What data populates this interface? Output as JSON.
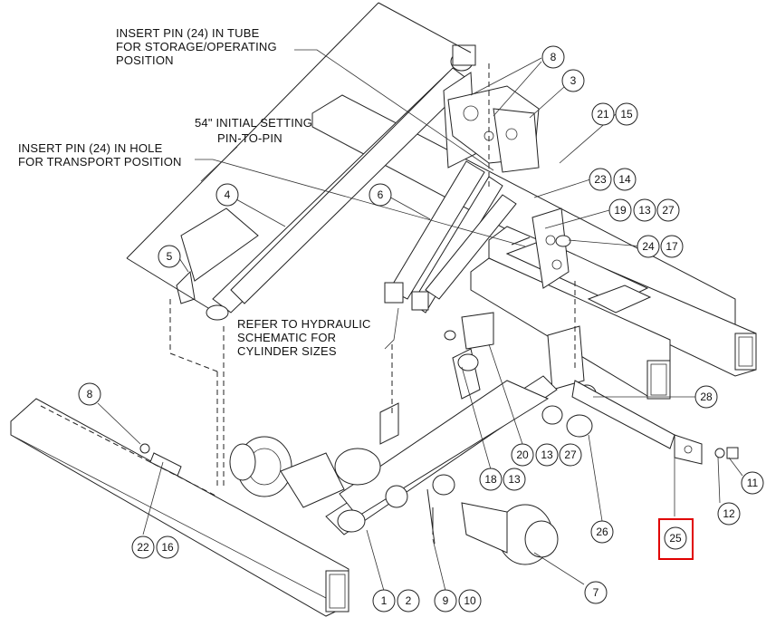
{
  "diagram": {
    "notes": {
      "pin_tube": [
        "INSERT PIN (24) IN TUBE",
        "FOR STORAGE/OPERATING",
        "POSITION"
      ],
      "initial_setting": [
        "54\" INITIAL SETTING",
        "PIN-TO-PIN"
      ],
      "pin_hole": [
        "INSERT PIN (24) IN HOLE",
        "FOR TRANSPORT POSITION"
      ],
      "hydraulic": [
        "REFER TO HYDRAULIC",
        "SCHEMATIC FOR",
        "CYLINDER SIZES"
      ]
    },
    "callouts": [
      {
        "id": "c8a",
        "label": "8"
      },
      {
        "id": "c3",
        "label": "3"
      },
      {
        "id": "c21",
        "label": "21"
      },
      {
        "id": "c15",
        "label": "15"
      },
      {
        "id": "c23",
        "label": "23"
      },
      {
        "id": "c14",
        "label": "14"
      },
      {
        "id": "c19",
        "label": "19"
      },
      {
        "id": "c13a",
        "label": "13"
      },
      {
        "id": "c27a",
        "label": "27"
      },
      {
        "id": "c24",
        "label": "24"
      },
      {
        "id": "c17",
        "label": "17"
      },
      {
        "id": "c4",
        "label": "4"
      },
      {
        "id": "c6",
        "label": "6"
      },
      {
        "id": "c5",
        "label": "5"
      },
      {
        "id": "c28",
        "label": "28"
      },
      {
        "id": "c20",
        "label": "20"
      },
      {
        "id": "c13b",
        "label": "13"
      },
      {
        "id": "c27b",
        "label": "27"
      },
      {
        "id": "c18",
        "label": "18"
      },
      {
        "id": "c13c",
        "label": "13"
      },
      {
        "id": "c11",
        "label": "11"
      },
      {
        "id": "c12",
        "label": "12"
      },
      {
        "id": "c26",
        "label": "26"
      },
      {
        "id": "c25",
        "label": "25"
      },
      {
        "id": "c8b",
        "label": "8"
      },
      {
        "id": "c22",
        "label": "22"
      },
      {
        "id": "c16",
        "label": "16"
      },
      {
        "id": "c7",
        "label": "7"
      },
      {
        "id": "c1",
        "label": "1"
      },
      {
        "id": "c2",
        "label": "2"
      },
      {
        "id": "c9",
        "label": "9"
      },
      {
        "id": "c10",
        "label": "10"
      }
    ],
    "highlighted_callout": "25",
    "colors": {
      "line": "#222222",
      "highlight": "#e00000",
      "background": "#ffffff"
    }
  }
}
